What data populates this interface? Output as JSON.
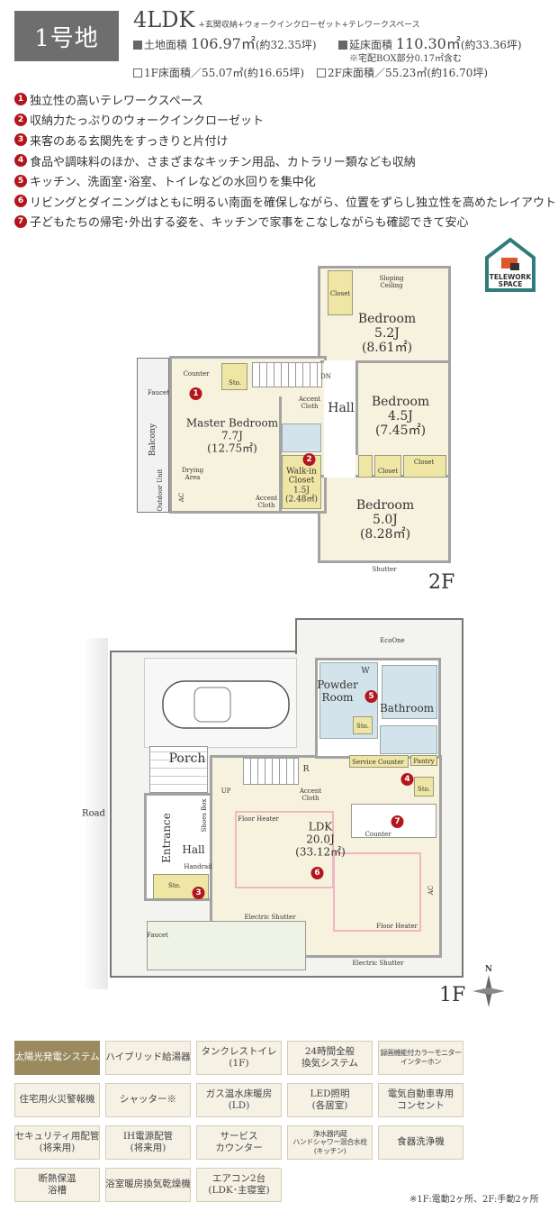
{
  "header": {
    "lot": "1号地",
    "layout": "4LDK",
    "layout_extra": "+玄関収納+ウォークインクローゼット+テレワークスペース",
    "land_area_label": "土地面積",
    "land_area": "106.97㎡",
    "land_area_tsubo": "(約32.35坪)",
    "floor_area_label": "延床面積",
    "floor_area": "110.30㎡",
    "floor_area_tsubo": "(約33.36坪)",
    "floor_area_note": "※宅配BOX部分0.17㎡含む",
    "f1_area": "1F床面積／55.07㎡(約16.65坪)",
    "f2_area": "2F床面積／55.23㎡(約16.70坪)"
  },
  "points": [
    {
      "n": "1",
      "text": "独立性の高いテレワークスペース"
    },
    {
      "n": "2",
      "text": "収納力たっぷりのウォークインクローゼット"
    },
    {
      "n": "3",
      "text": "来客のある玄関先をすっきりと片付け"
    },
    {
      "n": "4",
      "text": "食品や調味料のほか、さまざまなキッチン用品、カトラリー類なども収納"
    },
    {
      "n": "5",
      "text": "キッチン、洗面室･浴室、トイレなどの水回りを集中化"
    },
    {
      "n": "6",
      "text": "リビングとダイニングはともに明るい南面を確保しながら、位置をずらし独立性を高めたレイアウト"
    },
    {
      "n": "7",
      "text": "子どもたちの帰宅･外出する姿を、キッチンで家事をこなしながらも確認できて安心"
    }
  ],
  "badge": {
    "icon": "telework-house-icon",
    "line1": "TELEWORK",
    "line2": "SPACE",
    "color": "#2f7d78"
  },
  "plan2f": {
    "floor": "2F",
    "bed1": "Bedroom\n5.2J\n(8.61㎡)",
    "bed2": "Bedroom\n4.5J\n(7.45㎡)",
    "bed3": "Bedroom\n5.0J\n(8.28㎡)",
    "master": "Master Bedroom\n7.7J\n(12.75㎡)",
    "wic": "Walk-in\nCloset\n1.5J\n(2.48㎡)",
    "hall": "Hall",
    "closet": "Closet",
    "sto": "Sto.",
    "counter": "Counter",
    "sloping": "Sloping\nCeiling",
    "dn": "DN",
    "accent": "Accent\nCloth",
    "faucet": "Faucet",
    "balcony": "Balcony",
    "shutter": "Shutter",
    "drying": "Drying\nArea",
    "ac": "AC",
    "outdoor": "Outdoor Unit"
  },
  "plan1f": {
    "floor": "1F",
    "road": "Road",
    "porch": "Porch",
    "entrance": "Entrance",
    "hall": "Hall",
    "handrail": "Handrail",
    "shoes": "Shoes Box",
    "sto": "Sto.",
    "ldk": "LDK\n20.0J\n(33.12㎡)",
    "floor_heater": "Floor Heater",
    "powder": "Powder\nRoom",
    "bath": "Bathroom",
    "w": "W",
    "service": "Service Counter",
    "pantry": "Pantry",
    "counter": "Counter",
    "up": "UP",
    "r": "R",
    "accent": "Accent\nCloth",
    "ecoone": "EcoOne",
    "shutter": "Electric Shutter",
    "faucet": "Faucet",
    "ac": "AC",
    "north": "N"
  },
  "features": [
    {
      "label": "太陽光発電システム",
      "active": true
    },
    {
      "label": "ハイブリッド給湯器"
    },
    {
      "label": "タンクレストイレ\n(1F)"
    },
    {
      "label": "24時間全般\n換気システム"
    },
    {
      "label": "録画機能付カラーモニター\nインターホン"
    },
    {
      "label": "住宅用火災警報機"
    },
    {
      "label": "シャッター※"
    },
    {
      "label": "ガス温水床暖房\n(LD)"
    },
    {
      "label": "LED照明\n(各居室)"
    },
    {
      "label": "電気自動車専用\nコンセント"
    },
    {
      "label": "セキュリティ用配管\n(将来用)"
    },
    {
      "label": "IH電源配管\n(将来用)"
    },
    {
      "label": "サービス\nカウンター"
    },
    {
      "label": "浄水器内蔵\nハンドシャワー混合水栓\n(キッチン)"
    },
    {
      "label": "食器洗浄機"
    },
    {
      "label": "断熱保温\n浴槽"
    },
    {
      "label": "浴室暖房換気乾燥機"
    },
    {
      "label": "エアコン2台\n(LDK･主寝室)"
    }
  ],
  "feature_note": "※1F:電動2ヶ所、2F:手動2ヶ所",
  "colors": {
    "marker": "#b3161d",
    "active_feature": "#9a8a5e",
    "feature_bg": "#f5f1e5",
    "room": "#f6f2de",
    "closet": "#efe6a6",
    "wet": "#d3e3ec",
    "lot_box": "#6e6e6e"
  }
}
